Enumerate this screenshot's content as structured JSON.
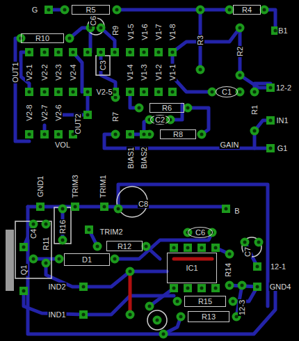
{
  "diagram": {
    "nodes": [
      {
        "text": [
          "R5"
        ]
      },
      {
        "text": [
          "R4"
        ]
      },
      {
        "text": [
          "R10"
        ]
      },
      {
        "text": [
          "C1"
        ]
      },
      {
        "text": [
          "R6"
        ]
      },
      {
        "text": [
          "C2"
        ]
      },
      {
        "text": [
          "R8"
        ]
      },
      {
        "text": [
          "R12"
        ]
      },
      {
        "text": [
          "C6"
        ]
      },
      {
        "text": [
          "D1"
        ]
      },
      {
        "text": [
          "IC1"
        ]
      },
      {
        "text": [
          "R15"
        ]
      },
      {
        "text": [
          "R13"
        ]
      }
    ],
    "labels": [
      "G",
      "C6",
      "R9",
      "V1-5",
      "V1-6",
      "V1-7",
      "V1-8",
      "R3",
      "B1",
      "R2",
      "OUT1",
      "V2-1",
      "V2-2",
      "V2-3",
      "V2-4",
      "C3",
      "V1-4",
      "V1-3",
      "V1-2",
      "V1-1",
      "12-2",
      "V2-5",
      "R7",
      "R1",
      "IN1",
      "V2-8",
      "V2-7",
      "V2-6",
      "OUT2",
      "VOL",
      "BIAS1",
      "BIAS2",
      "GAIN",
      "G1",
      "GND1",
      "TRIM3",
      "TRIM1",
      "C8",
      "B",
      "TRIM2",
      "C4",
      "R11",
      "R16",
      "C7",
      "R14",
      "12-1",
      "Q1",
      "IND2",
      "GND4",
      "12-3",
      "IND1"
    ]
  }
}
